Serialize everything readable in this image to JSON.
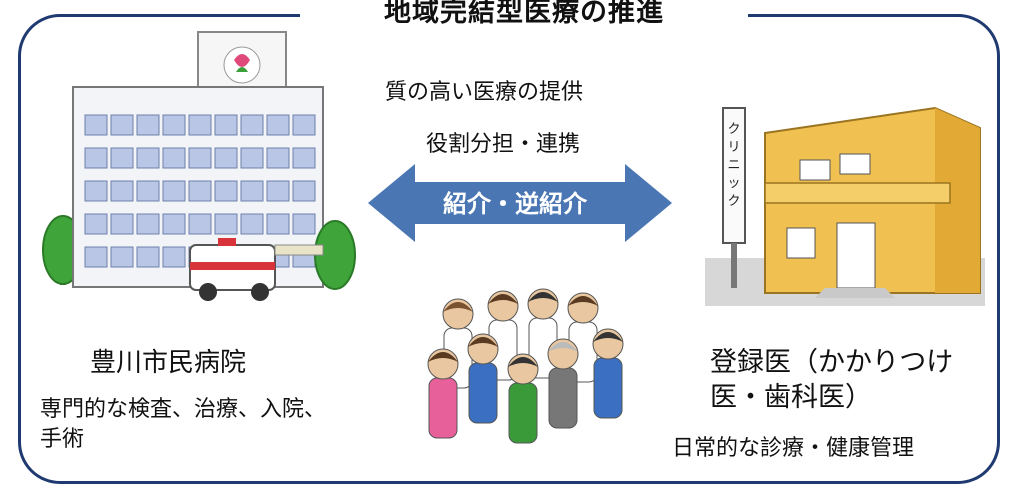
{
  "title": "地域完結型医療の推進",
  "center": {
    "line1": "質の高い医療の提供",
    "line2": "役割分担・連携",
    "arrow_label": "紹介・逆紹介"
  },
  "hospital": {
    "name": "豊川市民病院",
    "desc_line1": "専門的な検査、治療、入院、",
    "desc_line2": "手術"
  },
  "clinic": {
    "name_line1": "登録医（かかりつけ",
    "name_line2": "医・歯科医）",
    "desc": "日常的な診療・健康管理",
    "sign_text": "クリニック"
  },
  "colors": {
    "frame": "#1f3a70",
    "arrow": "#4a76b4",
    "hospital_wall": "#f2f4f8",
    "hospital_window": "#b9c6e6",
    "clinic_wall": "#f0c050",
    "tree": "#3fa53a"
  }
}
